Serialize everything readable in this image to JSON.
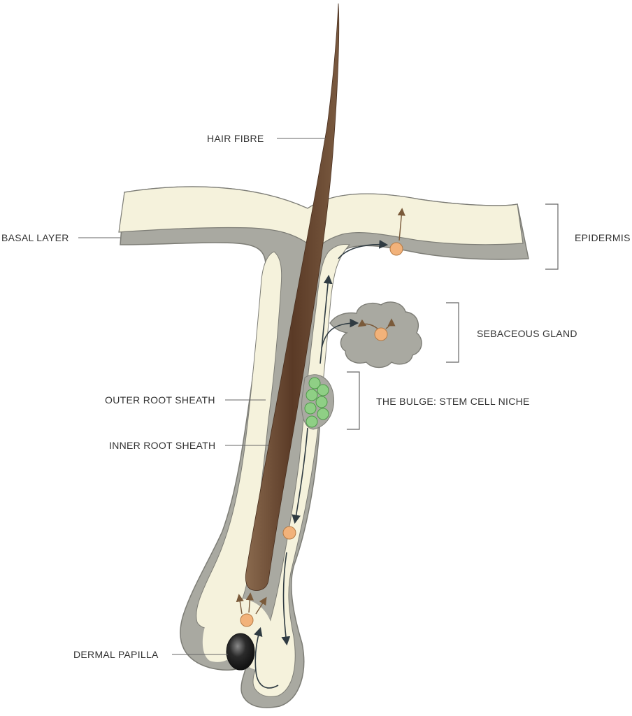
{
  "labels": {
    "hair_fibre": "HAIR FIBRE",
    "basal_layer": "BASAL LAYER",
    "epidermis": "EPIDERMIS",
    "sebaceous_gland": "SEBACEOUS GLAND",
    "bulge": "THE BULGE: STEM CELL NICHE",
    "outer_root_sheath": "OUTER ROOT SHEATH",
    "inner_root_sheath": "INNER ROOT SHEATH",
    "dermal_papilla": "DERMAL PAPILLA"
  },
  "colors": {
    "epidermis_fill": "#f5f2dc",
    "basal_layer": "#a9a9a1",
    "outline": "#7d7d76",
    "hair_fibre": "#6b4a33",
    "stem_cells": "#8fcf85",
    "migrating_cell": "#f2b27a",
    "dermal_papilla": "#2b2b2b",
    "flow_arrows": "#2f3b42"
  }
}
